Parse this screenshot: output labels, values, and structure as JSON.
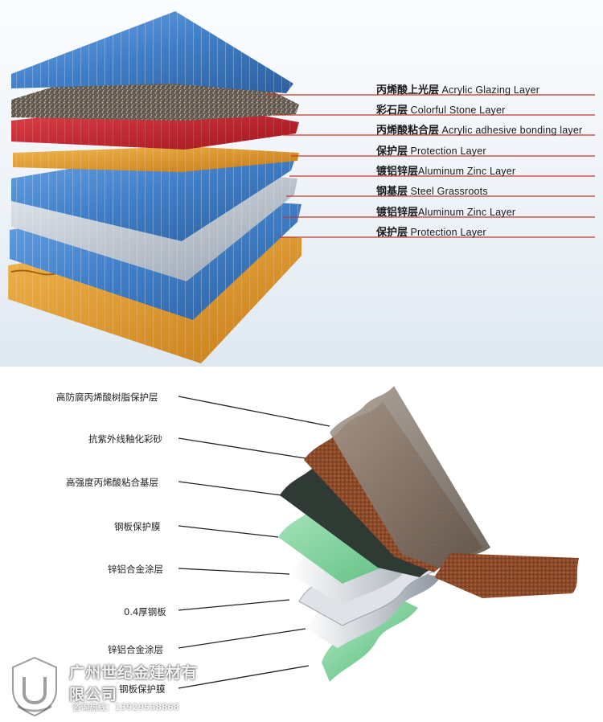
{
  "top_labels": [
    {
      "cn": "丙烯酸上光层",
      "en": "Acrylic Glazing Layer"
    },
    {
      "cn": "彩石层",
      "en": "Colorful Stone Layer"
    },
    {
      "cn": "丙烯酸粘合层",
      "en": "Acrylic adhesive bonding layer"
    },
    {
      "cn": "保护层",
      "en": "Protection Layer"
    },
    {
      "cn": "镀铝锌层",
      "en": "Aluminum Zinc Layer"
    },
    {
      "cn": "钢基层",
      "en": "Steel Grassroots"
    },
    {
      "cn": "镀铝锌层",
      "en": "Aluminum Zinc Layer"
    },
    {
      "cn": "保护层",
      "en": "Protection Layer"
    }
  ],
  "bottom_labels": [
    "高防腐丙烯酸树脂保护层",
    "抗紫外线釉化彩砂",
    "高强度丙烯酸粘合基层",
    "钢板保护膜",
    "锌铝合金涂层",
    "0.4厚钢板",
    "锌铝合金涂层",
    "钢板保护膜"
  ],
  "watermark": {
    "company": "广州世纪金建材有限公司",
    "phone": "咨询热线：13929538868"
  },
  "colors": {
    "label_line": "#c0392b",
    "blue_sheet": "#3f7fc8",
    "red_sheet": "#c0202a",
    "orange_sheet": "#e09a2a",
    "silver_sheet": "#b9c1cc",
    "stone": "#6e6458",
    "green_film": "#7fcf9a",
    "dark_base": "#2f3a35",
    "brown_stone": "#8b4a2a"
  }
}
